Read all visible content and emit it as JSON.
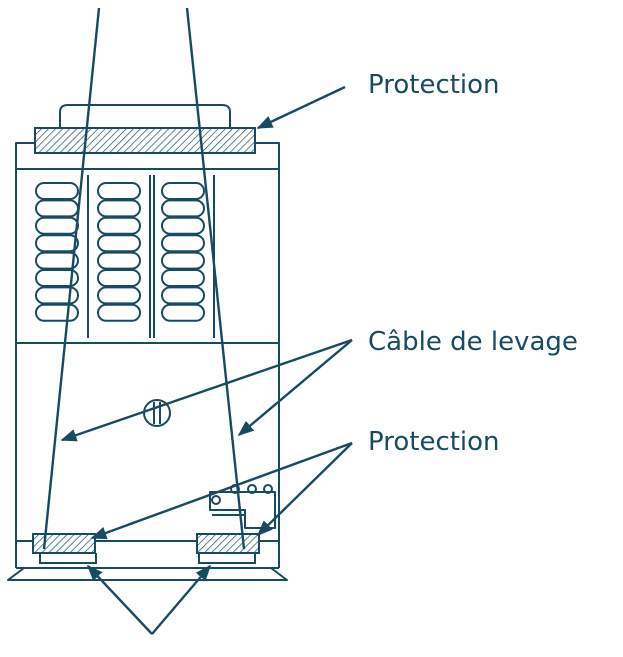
{
  "labels": {
    "protection_top": "Protection",
    "lifting_cable": "Câble de levage",
    "protection_bottom": "Protection"
  },
  "colors": {
    "stroke": "#184b62",
    "background": "#ffffff"
  }
}
